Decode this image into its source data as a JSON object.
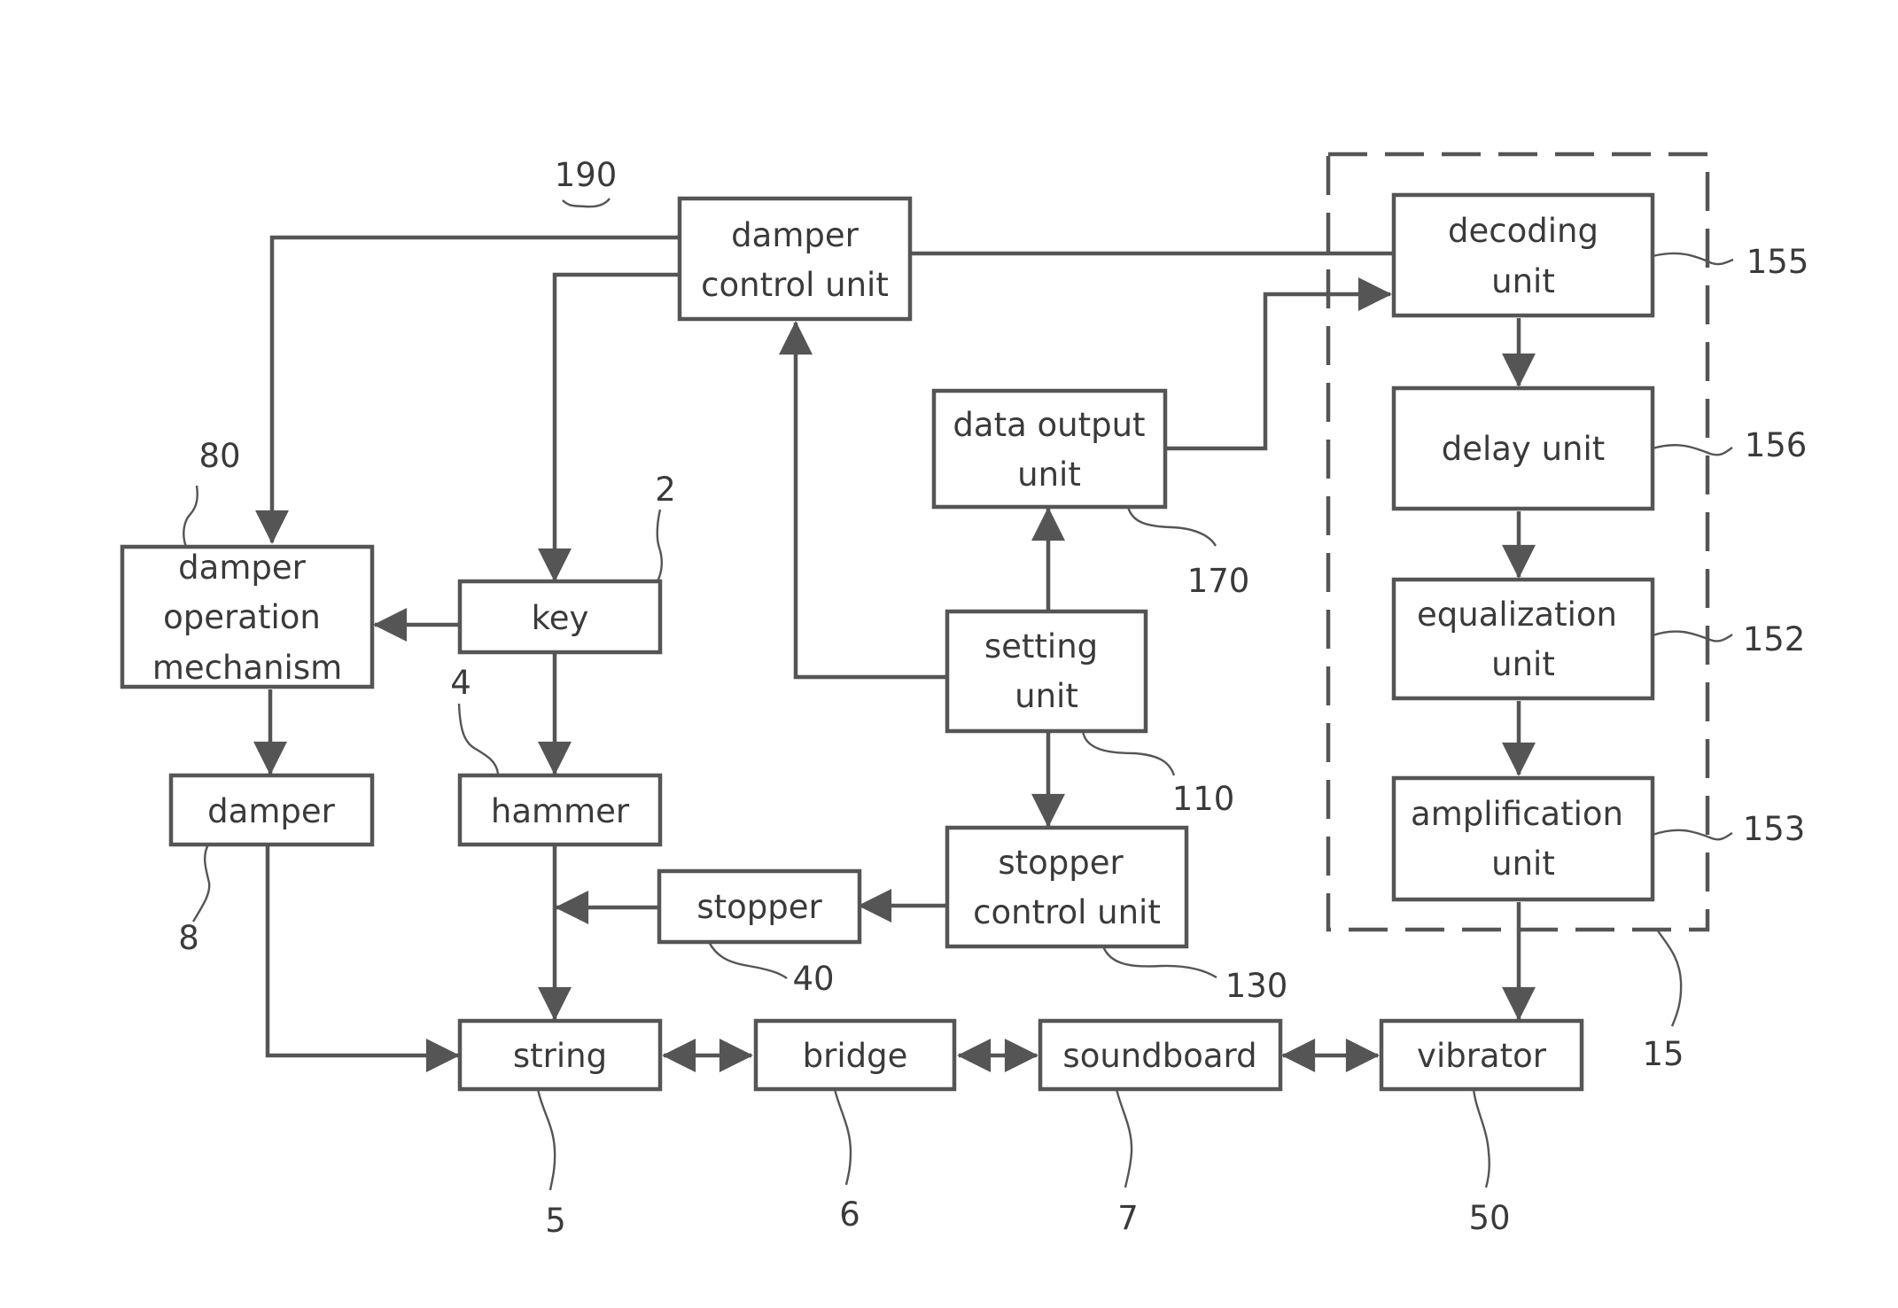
{
  "blocks": {
    "damper_control": [
      "damper",
      "control unit"
    ],
    "decoding": [
      "decoding",
      "unit"
    ],
    "data_output": [
      "data output",
      "unit"
    ],
    "delay": [
      "delay unit"
    ],
    "damper_operation": [
      "damper",
      "operation",
      "mechanism"
    ],
    "key": [
      "key"
    ],
    "setting": [
      "setting",
      "unit"
    ],
    "equalization": [
      "equalization",
      "unit"
    ],
    "damper": [
      "damper"
    ],
    "hammer": [
      "hammer"
    ],
    "stopper_control": [
      "stopper",
      "control unit"
    ],
    "amplification": [
      "amplification",
      "unit"
    ],
    "stopper": [
      "stopper"
    ],
    "string": [
      "string"
    ],
    "bridge": [
      "bridge"
    ],
    "soundboard": [
      "soundboard"
    ],
    "vibrator": [
      "vibrator"
    ]
  },
  "refs": {
    "r190": "190",
    "r155": "155",
    "r156": "156",
    "r80": "80",
    "r2": "2",
    "r170": "170",
    "r152": "152",
    "r4": "4",
    "r110": "110",
    "r153": "153",
    "r8": "8",
    "r40": "40",
    "r130": "130",
    "r15": "15",
    "r5": "5",
    "r6": "6",
    "r7": "7",
    "r50": "50"
  },
  "colors": {
    "stroke": "#555555",
    "text": "#3a3a3a",
    "background": "#ffffff"
  }
}
